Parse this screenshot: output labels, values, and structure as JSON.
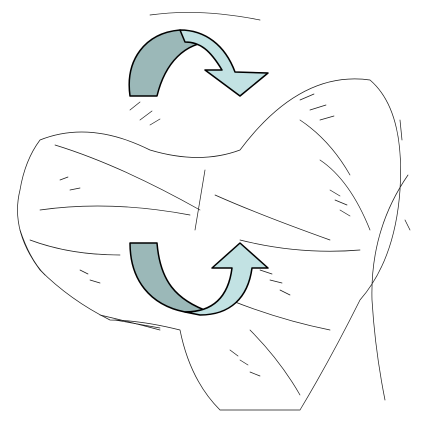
{
  "diagram": {
    "background_color": "#ffffff",
    "sketch_color": "#1a1a1a",
    "arrows": [
      {
        "name": "clockwise-rotation-arrow",
        "direction": "clockwise",
        "colors": {
          "tail": "#9bb8b8",
          "head": "#c2e2e3",
          "outline": "#000000"
        }
      },
      {
        "name": "counterclockwise-rotation-arrow",
        "direction": "counterclockwise",
        "colors": {
          "tail": "#9bb8b8",
          "head": "#c2e2e3",
          "outline": "#000000"
        }
      }
    ]
  }
}
